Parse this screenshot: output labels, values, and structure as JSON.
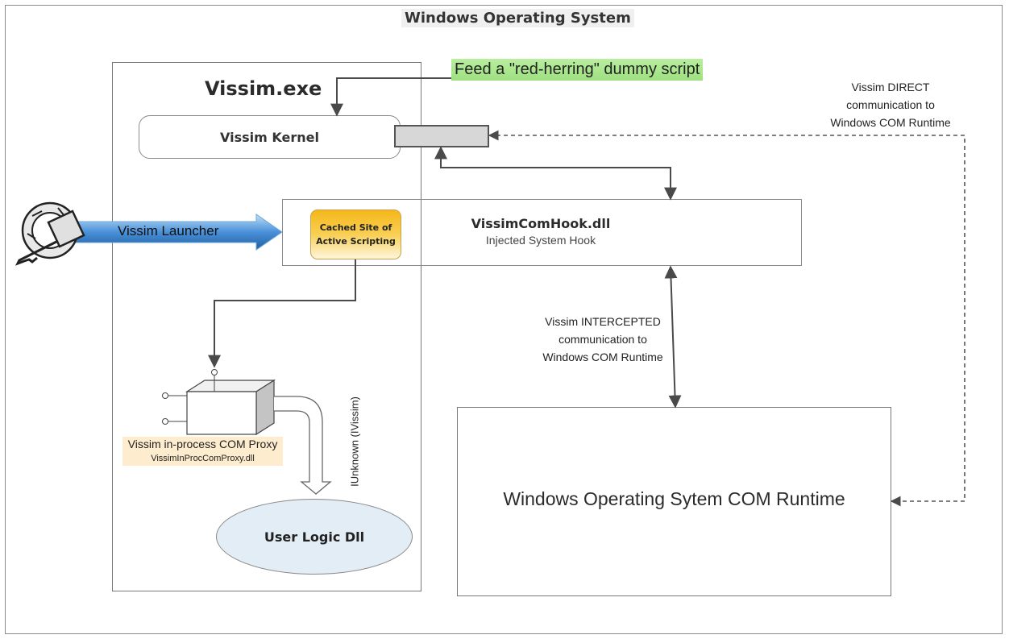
{
  "title": "Windows Operating System",
  "process": {
    "label": "Vissim.exe"
  },
  "kernel": {
    "label": "Vissim Kernel"
  },
  "feed": {
    "label": "Feed a \"red-herring\" dummy script"
  },
  "direct_comm": {
    "line1": "Vissim DIRECT",
    "line2": "communication to",
    "line3": "Windows COM Runtime"
  },
  "launcher": {
    "label": "Vissim Launcher",
    "icon": "key-icon"
  },
  "hook": {
    "title": "VissimComHook.dll",
    "subtitle": "Injected System Hook"
  },
  "cached_site": {
    "line1": "Cached Site of",
    "line2": "Active Scripting"
  },
  "intercepted_comm": {
    "line1": "Vissim INTERCEPTED",
    "line2": "communication to",
    "line3": "Windows COM Runtime"
  },
  "runtime": {
    "label": "Windows Operating Sytem COM Runtime"
  },
  "proxy": {
    "title": "Vissim in-process COM Proxy",
    "file": "VissimInProcComProxy.dll"
  },
  "interface_label": "IUnknown (IVissim)",
  "user_logic": {
    "label": "User Logic Dll"
  },
  "colors": {
    "feed_highlight": "#a8e68a",
    "cached_site_fill": "#f6b719",
    "launcher_arrow": "#4a90d9",
    "user_logic_fill": "#e2edf5",
    "proxy_label_fill": "#fdeccd"
  }
}
